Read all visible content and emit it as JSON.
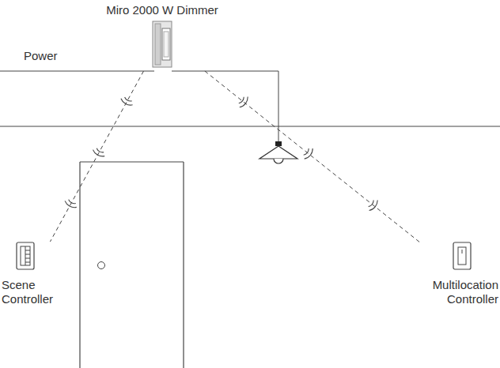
{
  "diagram": {
    "nodes": [
      {
        "text": [
          "Miro 2000 W Dimmer"
        ]
      },
      {
        "text": [
          "Scene Controller"
        ]
      },
      {
        "text": [
          "Multilocation Controller"
        ]
      }
    ],
    "edges": [
      {
        "from": 0,
        "to": 1,
        "arrow": "none"
      },
      {
        "from": 0,
        "to": 2,
        "arrow": "none"
      }
    ],
    "labels": [
      "Power"
    ]
  }
}
